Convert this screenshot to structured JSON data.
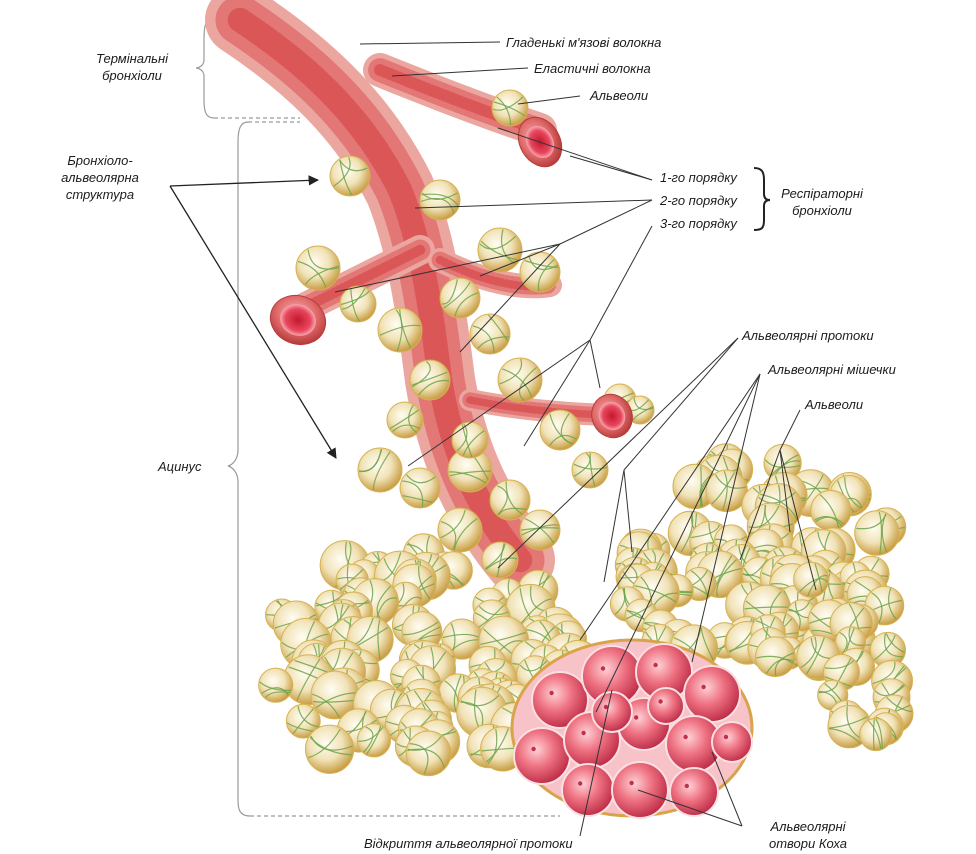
{
  "labels": {
    "terminal_bronchioles": "Термінальні\nбронхіоли",
    "smooth_muscle": "Гладенькі м'язові волокна",
    "elastic_fibers": "Еластичні волокна",
    "alveoli_top": "Альвеоли",
    "bronchiolo_alveolar": "Бронхіоло-\nальвеолярна\nструктура",
    "order_1": "1-го порядку",
    "order_2": "2-го порядку",
    "order_3": "3-го порядку",
    "respiratory_bronchioles": "Респіраторні\nбронхіоли",
    "alveolar_ducts": "Альвеолярні протоки",
    "alveolar_sacs": "Альвеолярні мішечки",
    "alveoli_right": "Альвеоли",
    "acinus": "Ацинус",
    "duct_opening": "Відкриття альвеолярної протоки",
    "kohn_pores": "Альвеолярні\nотвори Коха"
  },
  "colors": {
    "bronchiole_red": "#e06b6b",
    "muscle_fiber": "#d84a4a",
    "alveolus_cream": "#f1e3b8",
    "alveolus_yellow": "#d6b252",
    "capillary_green": "#6fa34a",
    "opening_pink": "#e84b5f",
    "leader_line": "#333333",
    "bracket_gray": "#9a9a9a"
  }
}
